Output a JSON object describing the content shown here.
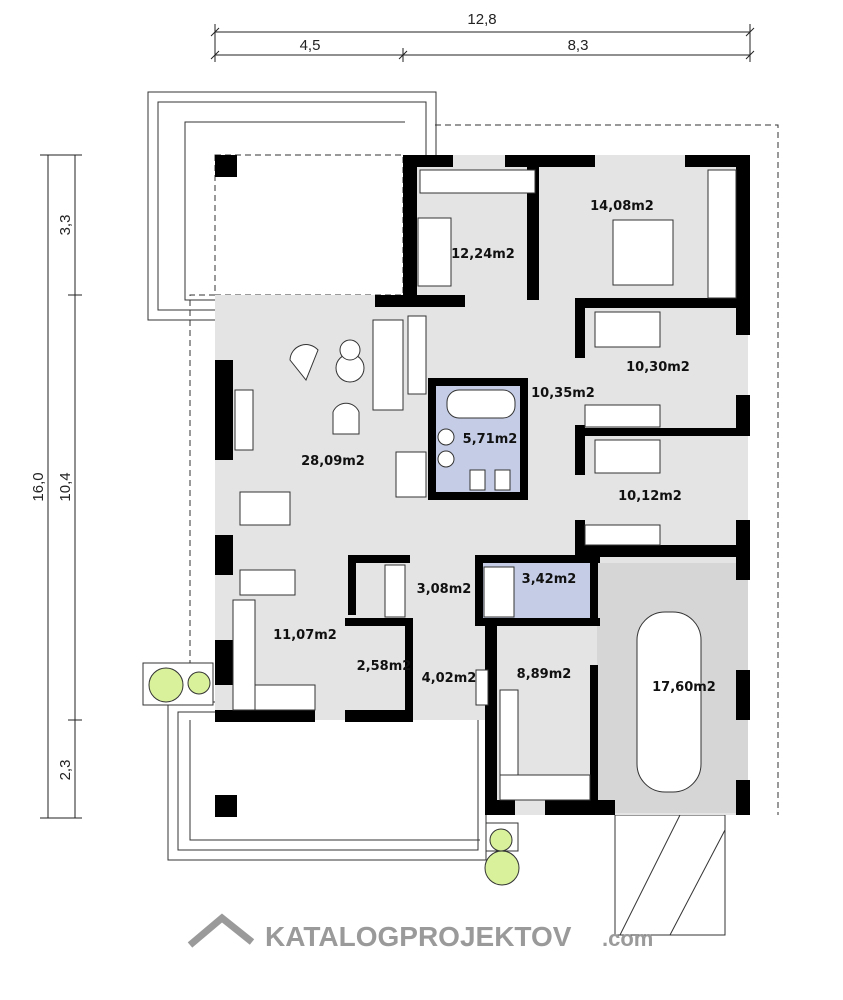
{
  "dimensions": {
    "top_total": "12,8",
    "top_left": "4,5",
    "top_right": "8,3",
    "left_total": "16,0",
    "left_top": "3,3",
    "left_middle": "10,4",
    "left_bottom": "2,3"
  },
  "rooms": {
    "bedroom_1": "12,24m2",
    "bedroom_master": "14,08m2",
    "bedroom_2": "10,30m2",
    "hall": "10,35m2",
    "bathroom": "5,71m2",
    "living": "28,09m2",
    "bedroom_3": "10,12m2",
    "entry": "3,08m2",
    "wc": "3,42m2",
    "kitchen": "11,07m2",
    "pantry": "2,58m2",
    "vestibule": "4,02m2",
    "utility": "8,89m2",
    "garage": "17,60m2"
  },
  "watermark": {
    "brand": "KATALOGPROJEKTOV",
    "suffix": ".com"
  },
  "colors": {
    "floor": "#e4e4e4",
    "bathroom": "#c5cde6",
    "garage": "#d6d6d6",
    "wall": "#000000"
  }
}
